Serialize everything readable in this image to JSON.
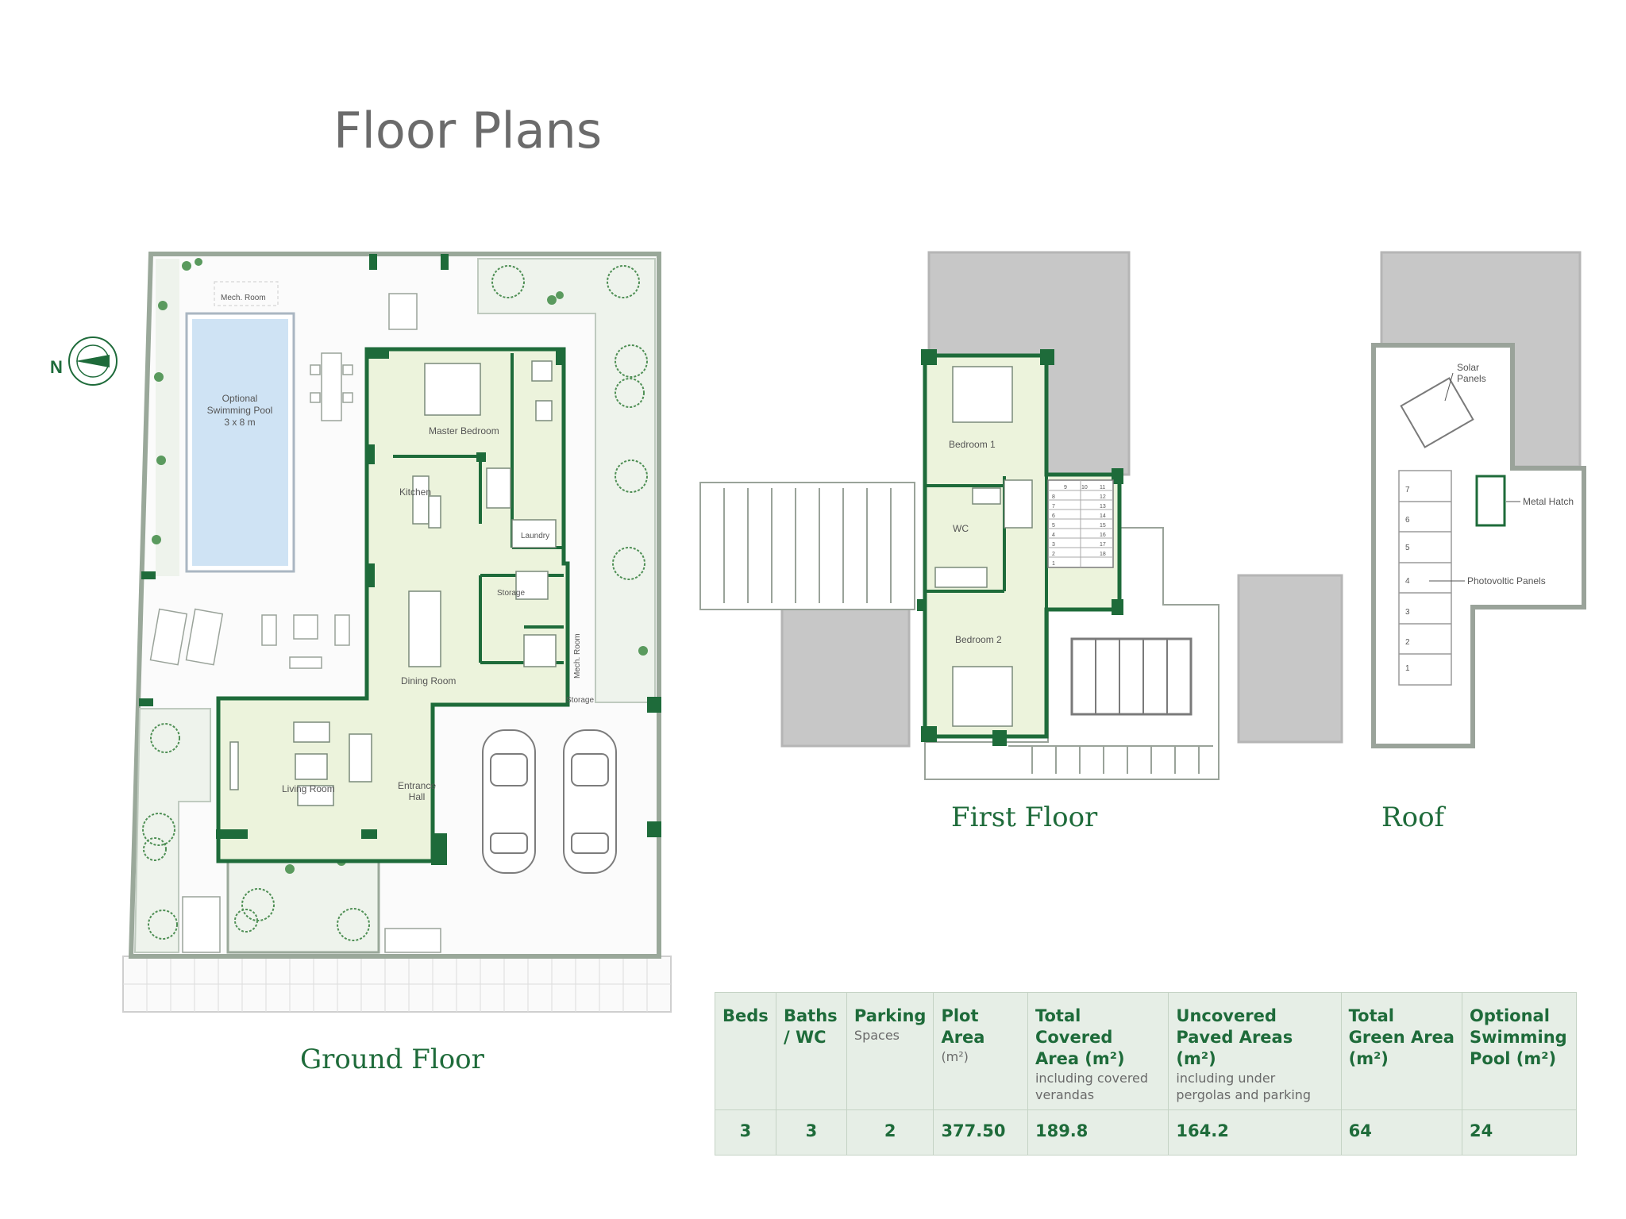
{
  "title": "Floor Plans",
  "compass": {
    "label": "N"
  },
  "ground_floor": {
    "caption": "Ground Floor",
    "labels": {
      "mech_room_top": "Mech. Room",
      "pool": [
        "Optional",
        "Swimming Pool",
        "3 x 8 m"
      ],
      "master_bedroom": "Master Bedroom",
      "kitchen": "Kitchen",
      "laundry": "Laundry",
      "storage_mid": "Storage",
      "dining_room": "Dining Room",
      "mech_room_side": "Mech. Room",
      "storage_small": "Storage",
      "living_room": "Living Room",
      "entrance_hall": [
        "Entrance",
        "Hall"
      ]
    }
  },
  "first_floor": {
    "caption": "First Floor",
    "labels": {
      "bedroom_1": "Bedroom 1",
      "wc": "WC",
      "bedroom_2": "Bedroom 2"
    },
    "stair_numbers": [
      "1",
      "2",
      "3",
      "4",
      "5",
      "6",
      "7",
      "8",
      "9",
      "10",
      "11",
      "12",
      "13",
      "14",
      "15",
      "16",
      "17",
      "18"
    ]
  },
  "roof": {
    "caption": "Roof",
    "labels": {
      "solar_panels": [
        "Solar",
        "Panels"
      ],
      "metal_hatch": "Metal Hatch",
      "photovoltic_panels": "Photovoltic Panels"
    },
    "panel_numbers": [
      "7",
      "6",
      "5",
      "4",
      "3",
      "2",
      "1"
    ]
  },
  "specs": {
    "headers": [
      {
        "main": "Beds",
        "sub": ""
      },
      {
        "main": "Baths / WC",
        "sub": ""
      },
      {
        "main": "Parking",
        "sub": "Spaces"
      },
      {
        "main": "Plot Area",
        "sub": "(m²)"
      },
      {
        "main": "Total Covered Area (m²)",
        "sub": "including covered verandas"
      },
      {
        "main": "Uncovered Paved Areas (m²)",
        "sub": "including under pergolas and parking"
      },
      {
        "main": "Total Green Area (m²)",
        "sub": ""
      },
      {
        "main": "Optional Swimming Pool (m²)",
        "sub": ""
      }
    ],
    "values": [
      "3",
      "3",
      "2",
      "377.50",
      "189.8",
      "164.2",
      "64",
      "24"
    ]
  },
  "colors": {
    "wall": "#1e6b3a",
    "interior": "#ecf3dc",
    "garden": "#eef3ec",
    "pool": "#cfe3f4",
    "roof_grey": "#c7c7c7",
    "title_grey": "#6b6b6b",
    "table_bg": "#e6eee6"
  }
}
